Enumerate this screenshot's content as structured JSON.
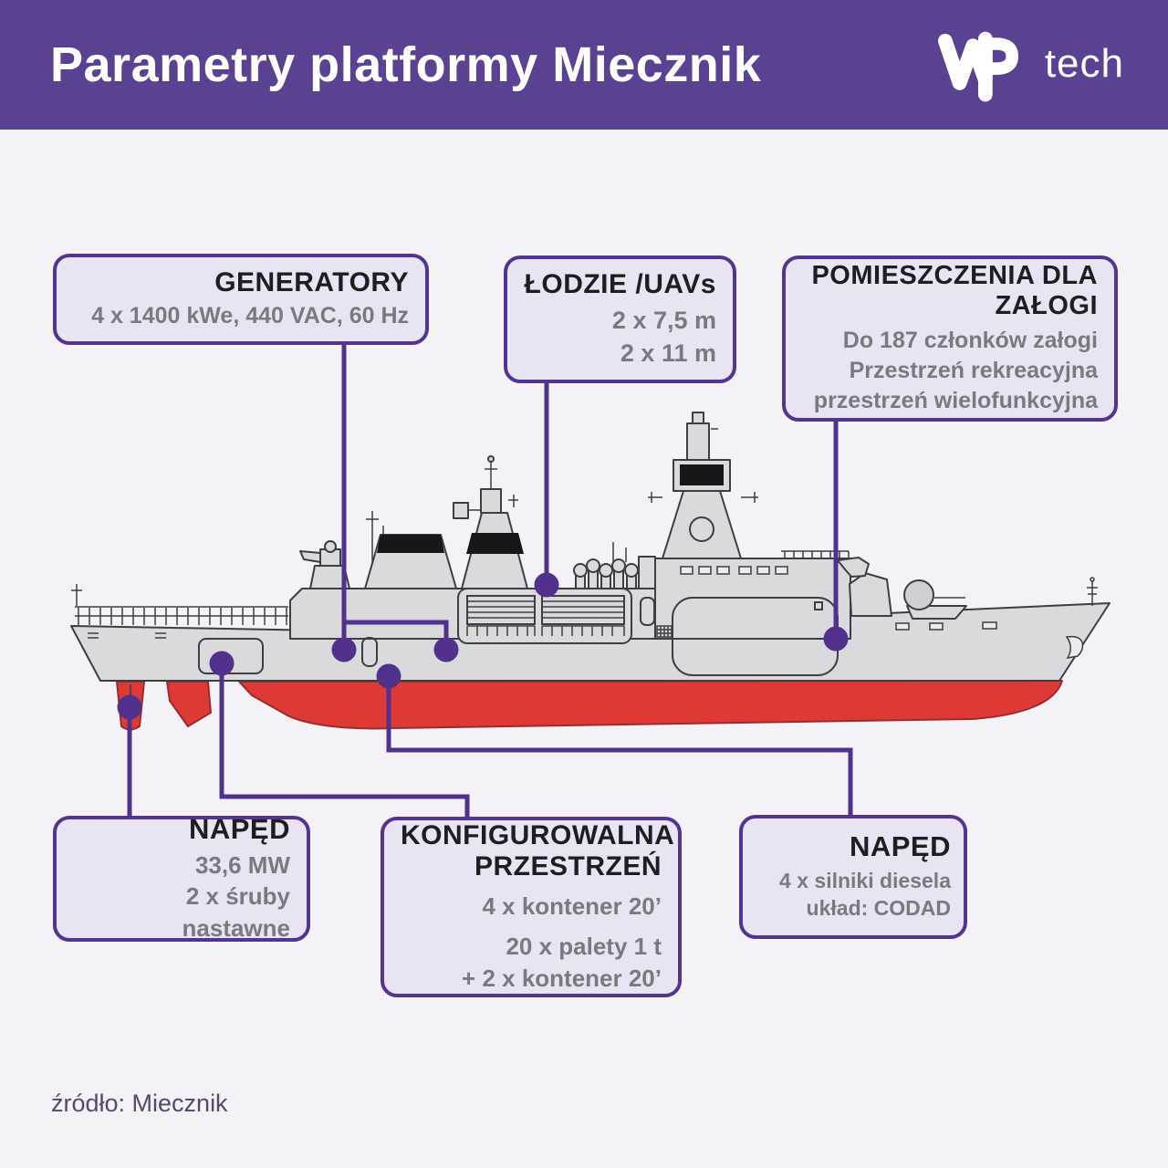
{
  "header": {
    "title": "Parametry platformy Miecznik",
    "brand": {
      "name": "WP",
      "suffix": "tech"
    }
  },
  "callouts": {
    "generatory": {
      "title": "GENERATORY",
      "lines": [
        "4 x 1400 kWe, 440 VAC, 60 Hz"
      ]
    },
    "lodzie": {
      "title": "ŁODZIE /UAVs",
      "lines": [
        "2 x 7,5 m",
        "2 x 11 m"
      ]
    },
    "pomieszczenia": {
      "title": "POMIESZCZENIA DLA ZAŁOGI",
      "lines": [
        "Do 187 członków załogi",
        "Przestrzeń rekreacyjna",
        "przestrzeń wielofunkcyjna"
      ]
    },
    "naped_rufowy": {
      "title": "NAPĘD",
      "lines": [
        "33,6 MW",
        "2 x śruby nastawne"
      ]
    },
    "konfigurowalna": {
      "title": "KONFIGUROWALNA PRZESTRZEŃ",
      "lines": [
        "4 x kontener 20’",
        "20 x palety 1 t",
        "+ 2 x kontener 20’"
      ]
    },
    "naped_silniki": {
      "title": "NAPĘD",
      "lines": [
        "4 x silniki diesela",
        "układ: CODAD"
      ]
    }
  },
  "footer": {
    "source": "źródło: Miecznik"
  },
  "colors": {
    "accent": "#5b4192",
    "line": "#50318c",
    "box_bg": "#e9e4f4",
    "box_border": "#53348e",
    "title_color": "#1e1d21",
    "body_color": "#7b7980",
    "bg": "#f4f2f7",
    "ship_gray": "#d9dadc",
    "ship_gray2": "#cfd0d4",
    "ship_outline": "#3d3d44",
    "ship_black": "#17171a",
    "red": "#dd3936",
    "red_dark": "#9c2b2d",
    "stripe": "#6b6c70",
    "source_color": "#54486f"
  }
}
